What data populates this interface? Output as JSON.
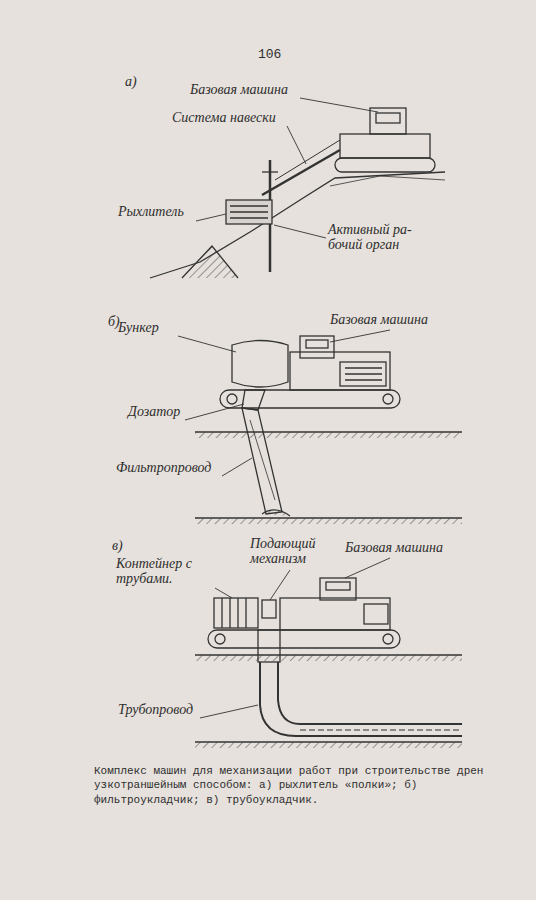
{
  "diagram": {
    "caption": "Комплекс машин для механизации работ при строительстве дрен узкотраншейным способом: а) рыхлитель «полки»; б) фильтроукладчик; в) трубоукладчик.",
    "labels": [
      "106",
      "а)",
      "Базовая машина",
      "Система навески",
      "Рыхлитель",
      "Активный ра- бочий орган",
      "б)",
      "Бункер",
      "Базовая машина",
      "Дозатор",
      "Фильтропровод",
      "в)",
      "Контейнер с трубами.",
      "Подающий механизм",
      "Базовая машина",
      "Трубопровод"
    ]
  }
}
